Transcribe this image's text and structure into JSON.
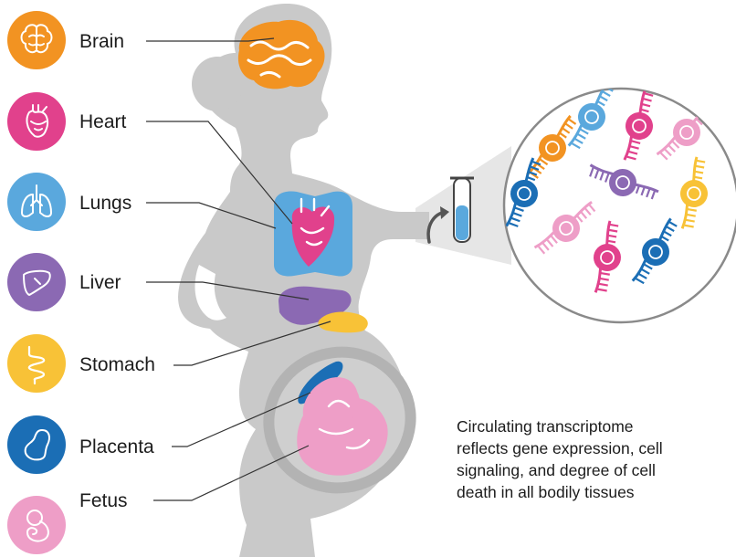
{
  "colors": {
    "silhouette": "#c9c9c9",
    "brain": "#f29322",
    "heart": "#e1418c",
    "lungs": "#5aa8dd",
    "liver": "#8b69b3",
    "stomach": "#f8c237",
    "placenta": "#1b6eb5",
    "fetus": "#ee9ec7",
    "leader_line": "#333333"
  },
  "organs": [
    {
      "label": "Brain",
      "icon": "brain-icon"
    },
    {
      "label": "Heart",
      "icon": "heart-icon"
    },
    {
      "label": "Lungs",
      "icon": "lungs-icon"
    },
    {
      "label": "Liver",
      "icon": "liver-icon"
    },
    {
      "label": "Stomach",
      "icon": "stomach-icon"
    },
    {
      "label": "Placenta",
      "icon": "placenta-icon"
    },
    {
      "label": "Fetus",
      "icon": "fetus-icon"
    }
  ],
  "caption": {
    "line1": "Circulating transcriptome",
    "line2": "reflects gene expression, cell",
    "line3": "signaling, and degree of cell",
    "line4": "death in all bodily tissues"
  },
  "sample": {
    "tube_icon": "blood-tube-icon",
    "arrow_icon": "curved-arrow-icon"
  }
}
